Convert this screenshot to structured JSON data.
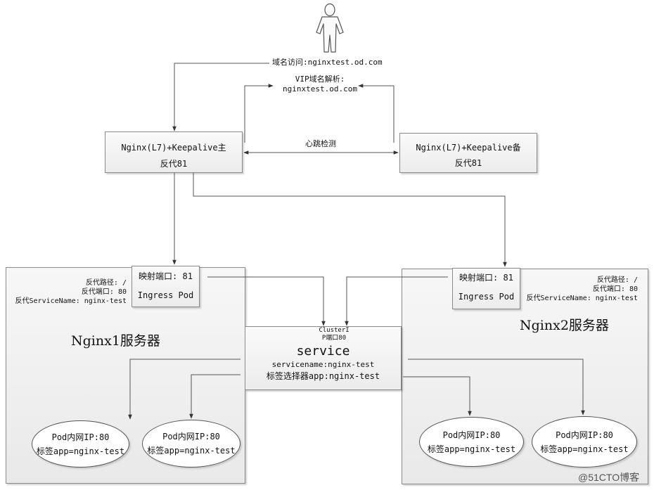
{
  "user_label": "域名访问:nginxtest.od.com",
  "vip": {
    "line1": "VIP域名解析:",
    "line2": "nginxtest.od.com"
  },
  "heartbeat": "心跳检测",
  "lb_master": {
    "title": "Nginx(L7)+Keepalive主",
    "sub": "反代81"
  },
  "lb_backup": {
    "title": "Nginx(L7)+Keepalive备",
    "sub": "反代81"
  },
  "server1": {
    "name": "Nginx1服务器",
    "proxy": [
      "反代路径: /",
      "反代端口: 80",
      "反代ServiceName: nginx-test"
    ],
    "ingress": {
      "port": "映射端口: 81",
      "name": "Ingress Pod"
    },
    "pods": [
      {
        "ip": "Pod内网IP:80",
        "label": "标签app=nginx-test"
      },
      {
        "ip": "Pod内网IP:80",
        "label": "标签app=nginx-test"
      }
    ]
  },
  "server2": {
    "name": "Nginx2服务器",
    "proxy": [
      "反代路径: /",
      "反代端口: 80",
      "反代ServiceName: nginx-test"
    ],
    "ingress": {
      "port": "映射端口: 81",
      "name": "Ingress Pod"
    },
    "pods": [
      {
        "ip": "Pod内网IP:80",
        "label": "标签app=nginx-test"
      },
      {
        "ip": "Pod内网IP:80",
        "label": "标签app=nginx-test"
      }
    ]
  },
  "service": {
    "cluster_ip_1": "ClusterI",
    "cluster_ip_2": "P端口80",
    "title": "service",
    "name": "servicename:nginx-test",
    "selector": "标签选择器app:nginx-test"
  },
  "watermark": "@51CTO博客"
}
